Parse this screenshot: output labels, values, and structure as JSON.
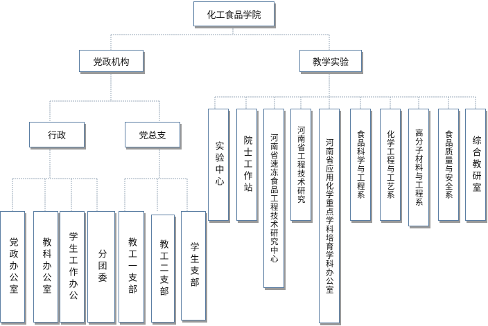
{
  "root": {
    "label": "化工食品学院"
  },
  "branches": [
    {
      "label": "党政机构"
    },
    {
      "label": "教学实验"
    }
  ],
  "sub_branches": [
    {
      "label": "行政"
    },
    {
      "label": "党总支"
    }
  ],
  "admin_units": [
    {
      "label": "党政办公室"
    },
    {
      "label": "教科办公室"
    },
    {
      "label": "学生工作办公"
    },
    {
      "label": "分团委"
    }
  ],
  "party_units": [
    {
      "label": "教工一支部"
    },
    {
      "label": "教工二支部"
    },
    {
      "label": "学生支部"
    }
  ],
  "teaching_units": [
    {
      "label": "实验中心"
    },
    {
      "label": "院士工作站"
    },
    {
      "label": "河南省速冻食品工程技术研究中心"
    },
    {
      "label": "河南省工程技术研究"
    },
    {
      "label": "河南省应用化学重点学科培育学科办公室"
    },
    {
      "label": "食品科学与工程系"
    },
    {
      "label": "化学工程与工艺系"
    },
    {
      "label": "高分子材料与工程系"
    },
    {
      "label": "食品质量与安全系"
    },
    {
      "label": "综合教研室"
    }
  ]
}
